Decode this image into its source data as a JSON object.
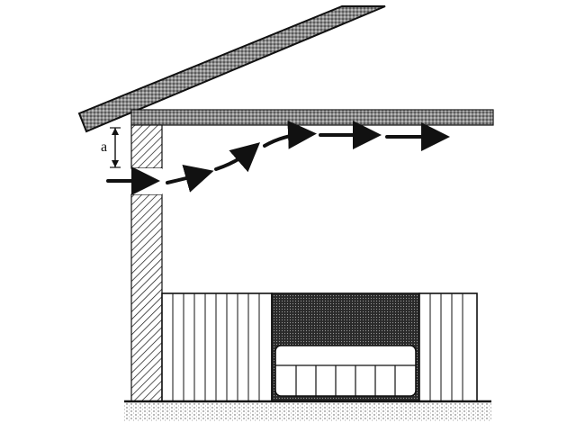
{
  "diagram": {
    "dimension_label": "a",
    "colors": {
      "ink": "#111111",
      "paper": "#ffffff",
      "stipple": "#6a6a6a"
    },
    "elements": [
      "sloped-roof",
      "ceiling-slab",
      "exterior-wall",
      "wall-vent-opening",
      "airflow-arrows",
      "wall-panelling",
      "heater-recess",
      "radiator",
      "floor"
    ]
  }
}
